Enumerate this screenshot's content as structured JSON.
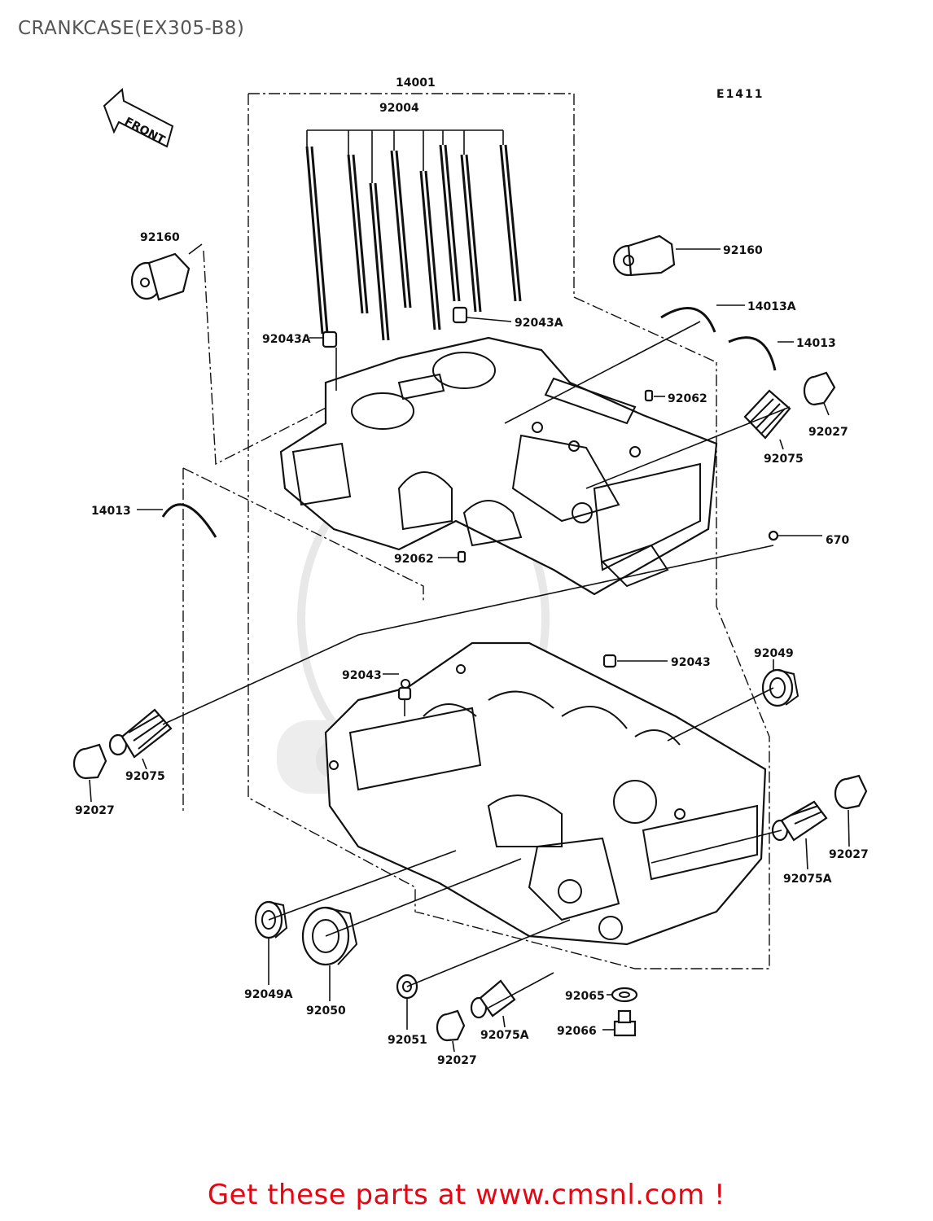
{
  "page": {
    "title": "CRANKCASE(EX305-B8)",
    "diagram_code": "E1411",
    "front_label": "FRONT",
    "cta": "Get these parts at www.cmsnl.com !"
  },
  "parts": {
    "p14001": "14001",
    "p92004": "92004",
    "p92160_left": "92160",
    "p92160_right": "92160",
    "p14013A": "14013A",
    "p14013_right": "14013",
    "p14013_left": "14013",
    "p92043A_left": "92043A",
    "p92043A_right": "92043A",
    "p92062_upper": "92062",
    "p92062_lower": "92062",
    "p92027_upper": "92027",
    "p92075_upper": "92075",
    "p670": "670",
    "p92049": "92049",
    "p92043_left": "92043",
    "p92043_right": "92043",
    "p92075_left": "92075",
    "p92027_left": "92027",
    "p92027_right": "92027",
    "p92075A_right": "92075A",
    "p92049A": "92049A",
    "p92050": "92050",
    "p92051": "92051",
    "p92027_bottom": "92027",
    "p92075A_bottom": "92075A",
    "p92065": "92065",
    "p92066": "92066"
  }
}
